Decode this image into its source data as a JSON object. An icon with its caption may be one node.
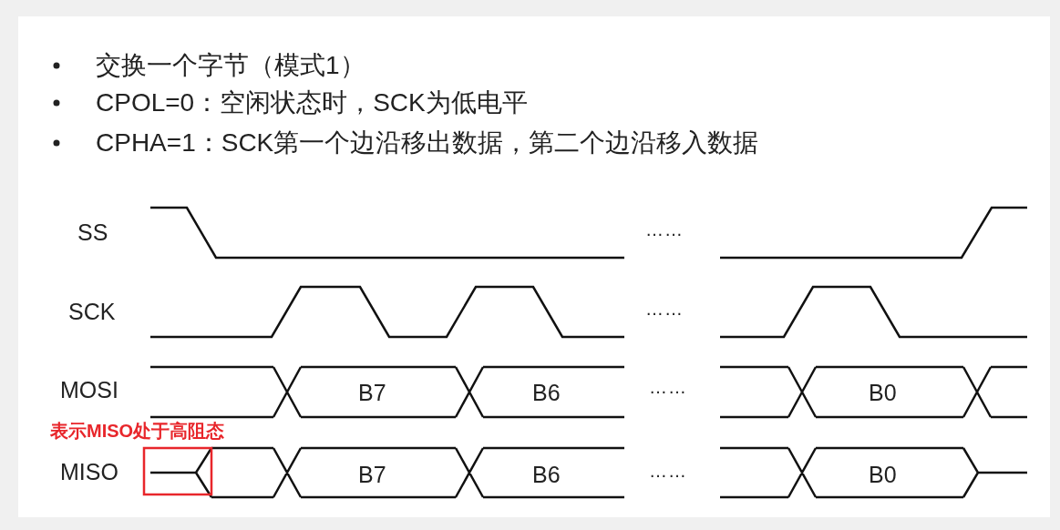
{
  "diagram": {
    "labels": [
      "交换一个字节（模式1）",
      "CPOL=0：空闲状态时，SCK为低电平",
      "CPHA=1：SCK第一个边沿移出数据，第二个边沿移入数据",
      "SS",
      "……",
      "SCK",
      "……",
      "MOSI",
      "B7",
      "B6",
      "……",
      "B0",
      "表示MISO处于高阻态",
      "MISO",
      "B7",
      "B6",
      "……",
      "B0"
    ]
  }
}
